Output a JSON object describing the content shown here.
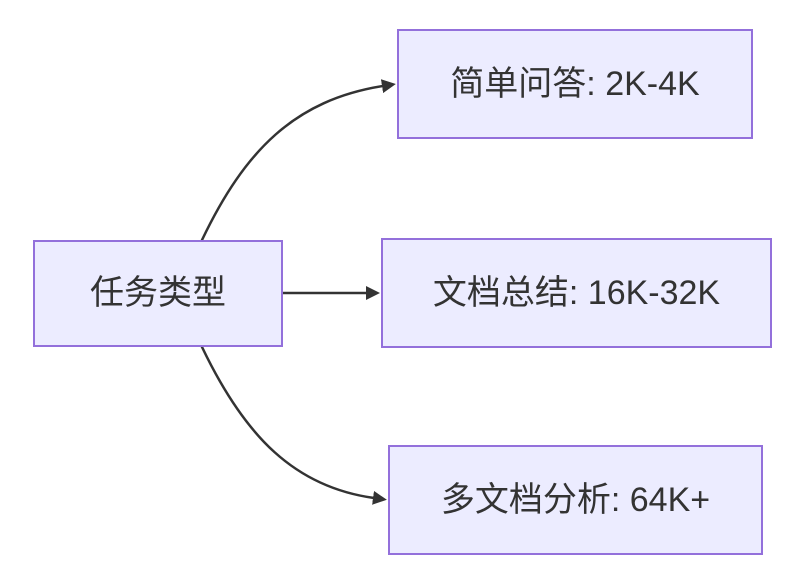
{
  "theme": {
    "canvas_bg": "#ffffff",
    "node_fill": "#ECECFF",
    "node_border": "#9370DB",
    "edge_color": "#333333",
    "text_color": "#333333"
  },
  "diagram": {
    "type": "flowchart-left-to-right",
    "root": {
      "label": "任务类型"
    },
    "branches": [
      {
        "label": "简单问答: 2K-4K"
      },
      {
        "label": "文档总结: 16K-32K"
      },
      {
        "label": "多文档分析: 64K+"
      }
    ]
  }
}
